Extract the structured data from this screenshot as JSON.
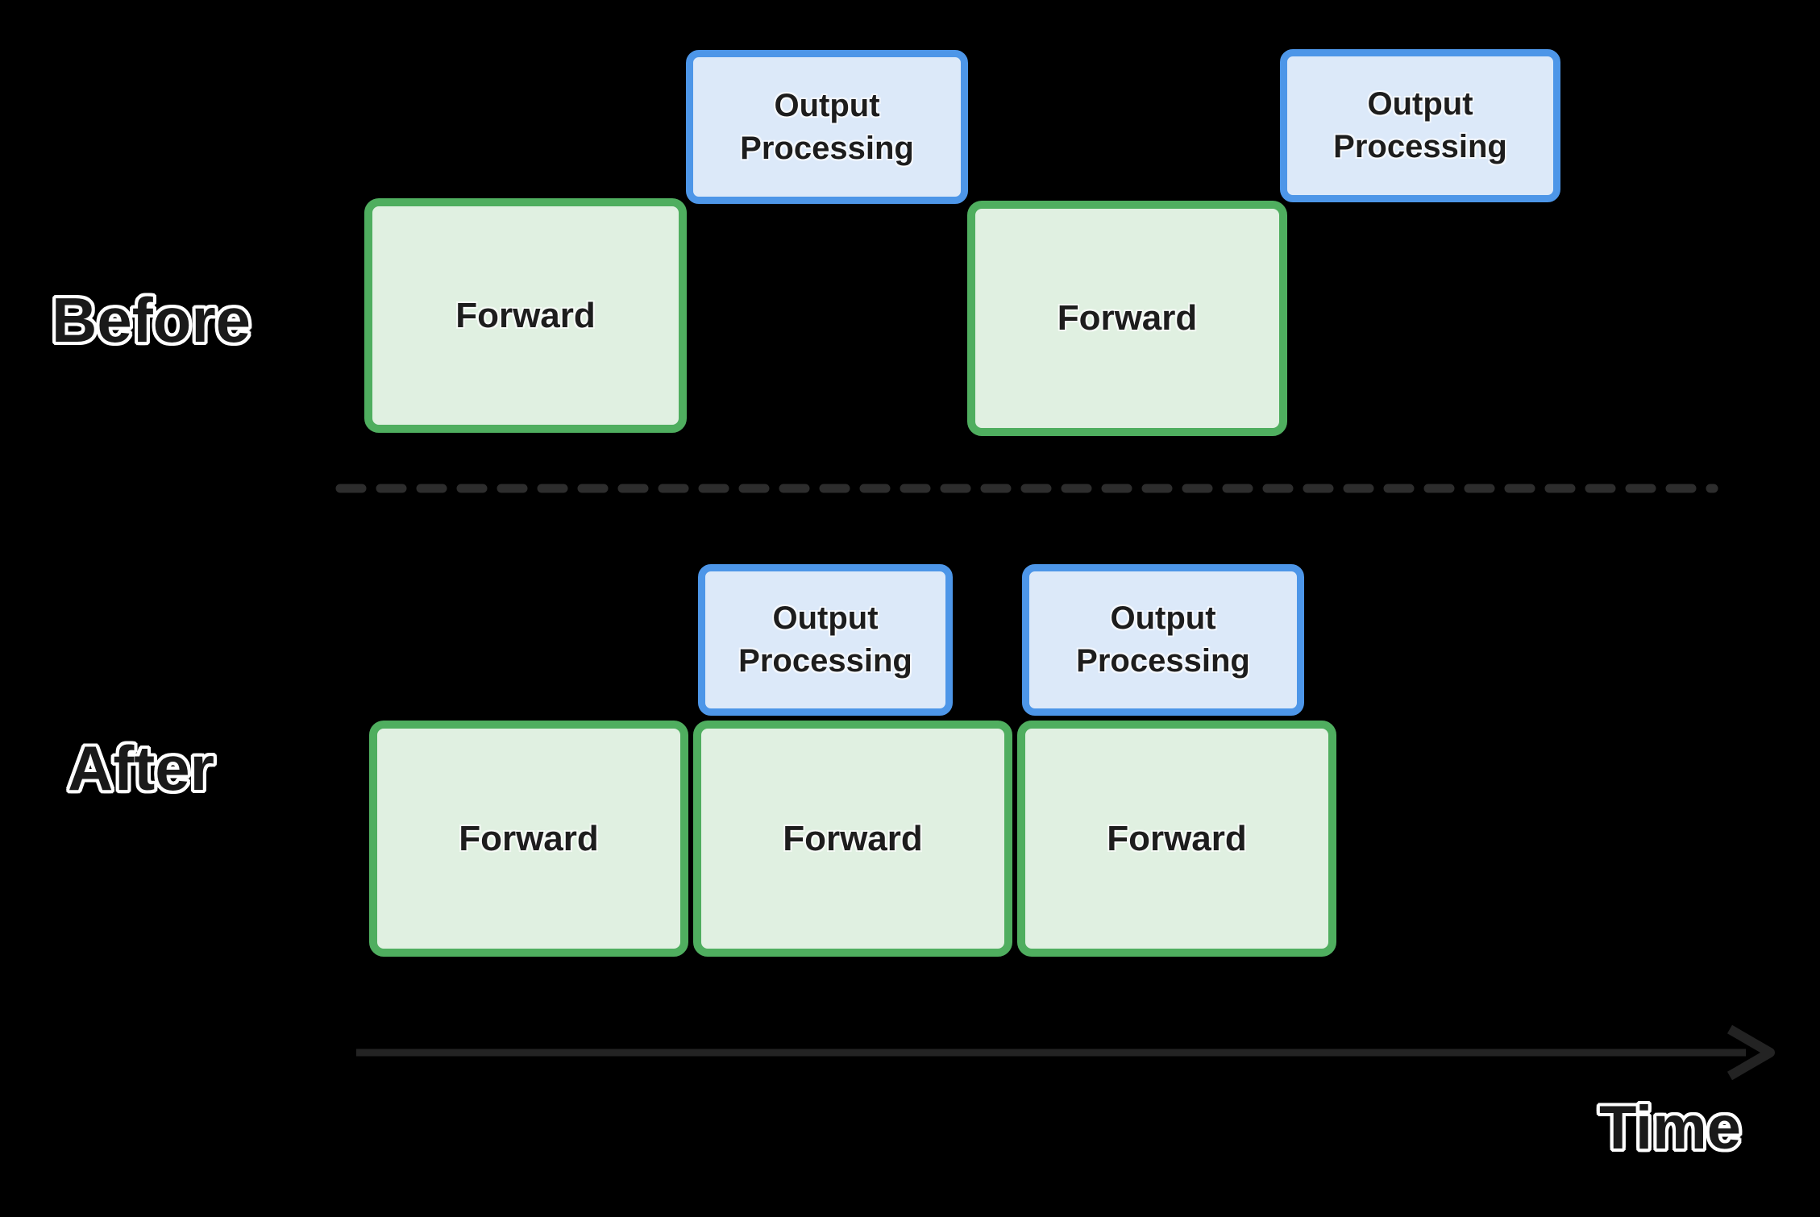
{
  "diagram": {
    "title_rows": {
      "before": "Before",
      "after": "After"
    },
    "box_labels": {
      "forward": "Forward",
      "output_processing": "Output Processing"
    },
    "time_axis_label": "Time",
    "colors": {
      "background": "#000000",
      "forward_fill": "#E0F0E1",
      "forward_border": "#4FAE5F",
      "output_fill": "#DCE9F9",
      "output_border": "#4D96E8",
      "divider_dash": "#2D2D2D",
      "axis_arrow": "#232323",
      "label_text": "#1A1A1A",
      "label_outline": "#FFFFFF"
    }
  }
}
